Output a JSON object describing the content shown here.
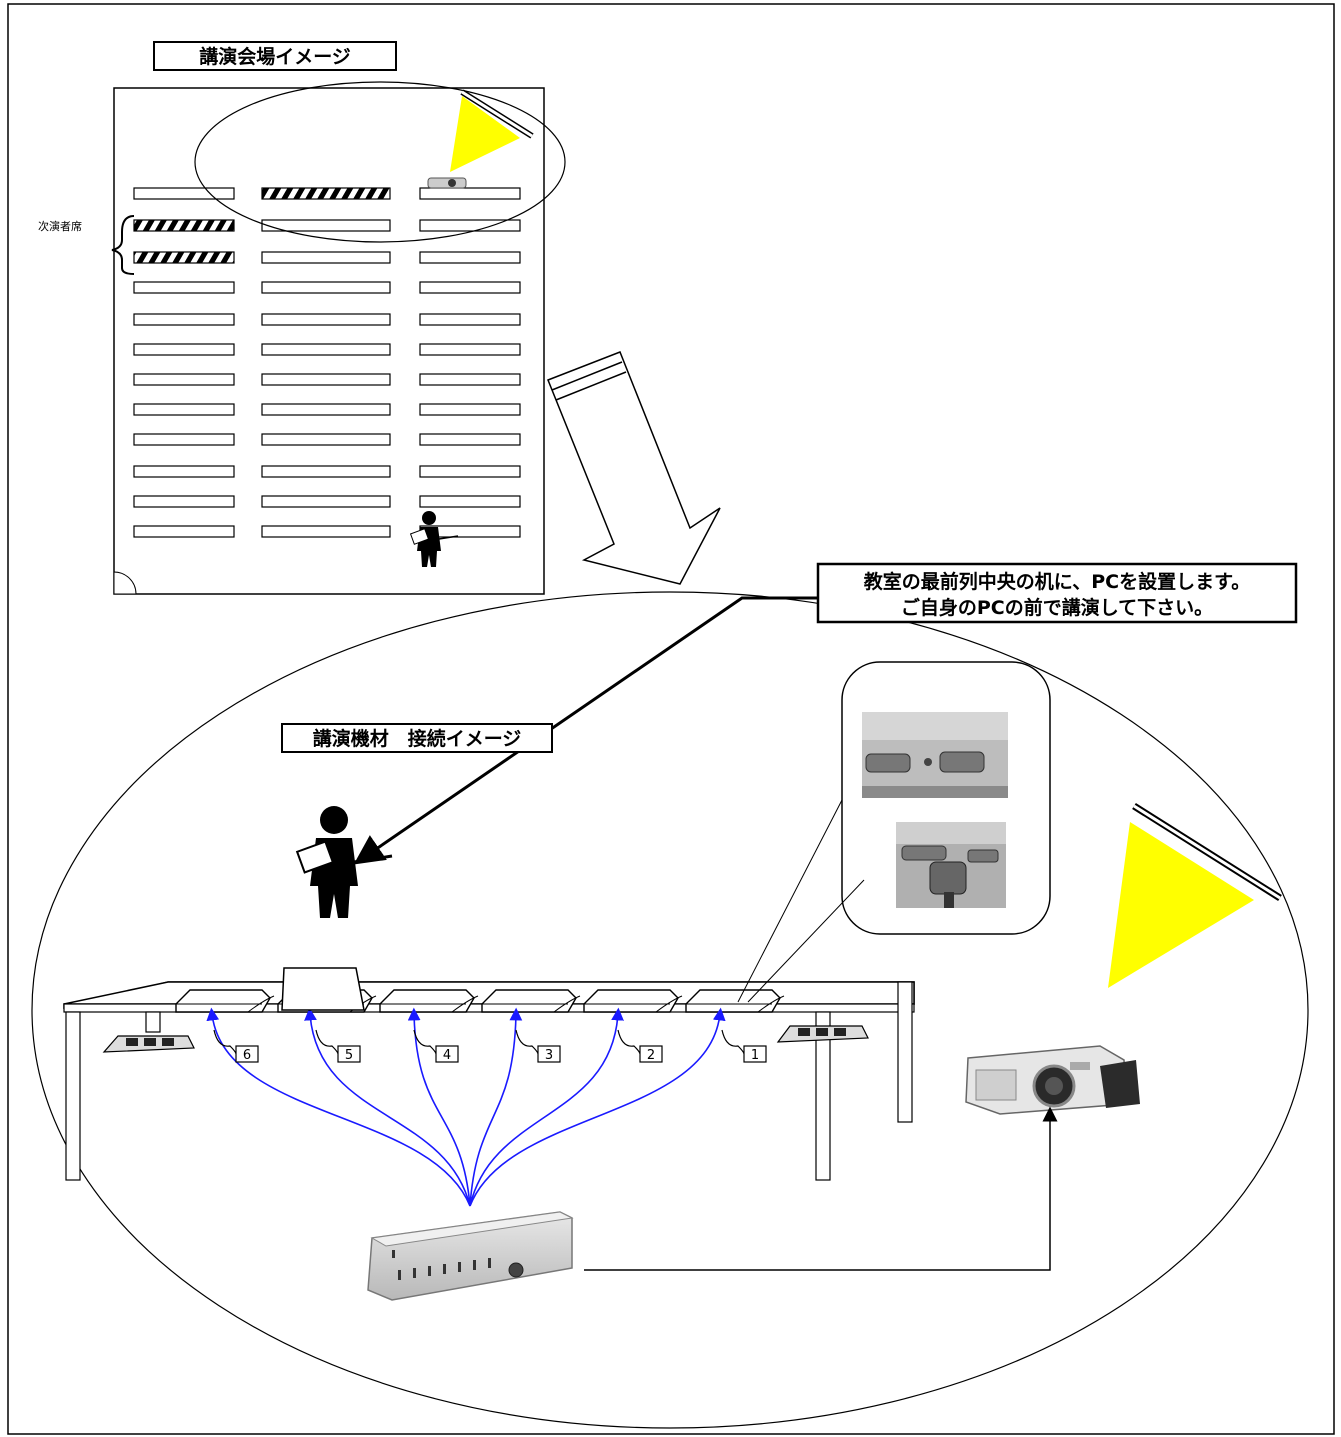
{
  "venue": {
    "title": "講演会場イメージ",
    "next_speaker_label": "次演者席"
  },
  "equipment": {
    "title": "講演機材　接続イメージ",
    "callout_line1": "教室の最前列中央の机に、PCを設置します。",
    "callout_line2": "ご自身のPCの前で講演して下さい。",
    "pc_numbers": [
      "6",
      "5",
      "4",
      "3",
      "2",
      "1"
    ]
  },
  "colors": {
    "screen_light": "#ffff00",
    "cable": "#1a1aff",
    "line": "#000000"
  },
  "icons": [
    "speaker-icon",
    "projector-icon",
    "laptop-icon",
    "switcher-icon"
  ]
}
